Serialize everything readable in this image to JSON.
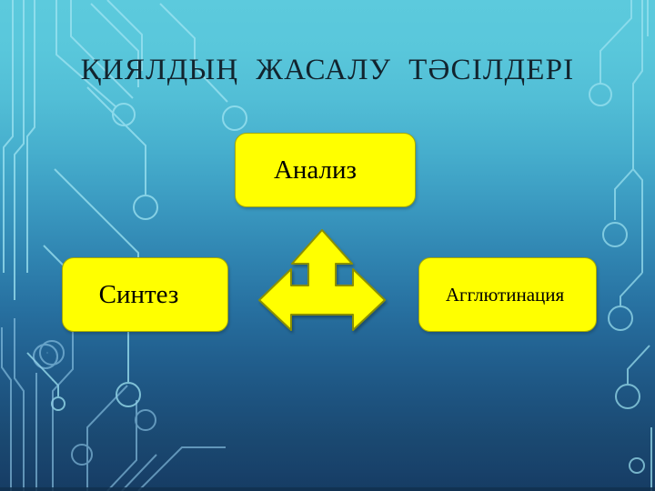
{
  "slide": {
    "title": "ҚИЯЛДЫҢ  ЖАСАЛУ  ТӘСІЛДЕРІ",
    "background": {
      "top_color": "#5ccadd",
      "bottom_color": "#163c63",
      "pattern": "circuit-traces-with-circular-nodes",
      "pattern_color": "#9fe4f2"
    },
    "boxes": [
      {
        "id": "analiz",
        "label": "Анализ",
        "fill": "#ffff00",
        "border": "#a5a900",
        "text_color": "#000000"
      },
      {
        "id": "sintez",
        "label": "Синтез",
        "fill": "#ffff00",
        "border": "#a5a900",
        "text_color": "#000000"
      },
      {
        "id": "agglyutinaciya",
        "label": "Агглютинация",
        "fill": "#ffff00",
        "border": "#a5a900",
        "text_color": "#000000"
      }
    ],
    "arrow": {
      "name": "three-way-arrow-up-left-right",
      "directions": "up, left, right",
      "fill": "#ffff00",
      "border": "#8a8f00"
    }
  }
}
